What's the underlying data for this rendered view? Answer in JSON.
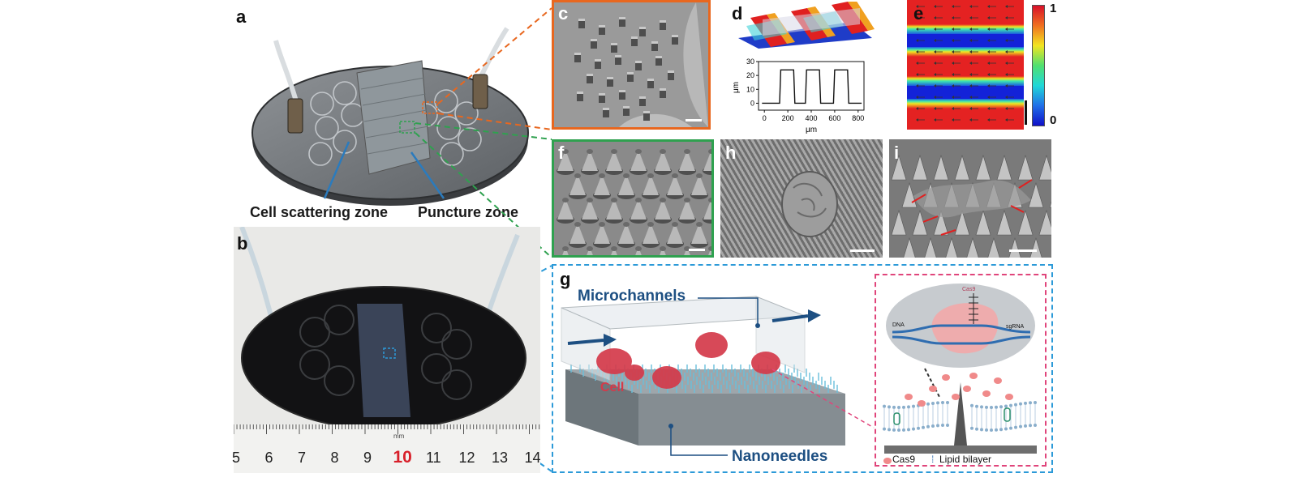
{
  "panels": {
    "a": "a",
    "b": "b",
    "c": "c",
    "d": "d",
    "e": "e",
    "f": "f",
    "g": "g",
    "h": "h",
    "i": "i"
  },
  "panel_a": {
    "cell_scattering_zone": "Cell scattering zone",
    "puncture_zone": "Puncture zone"
  },
  "panel_b": {
    "ruler_unit": "mm",
    "ruler_numbers": [
      "5",
      "6",
      "7",
      "8",
      "9",
      "10",
      "11",
      "12",
      "13",
      "14"
    ],
    "highlight_number": "10",
    "highlight_color": "#d8202a"
  },
  "panel_d": {
    "ylabel": "μm",
    "xlabel": "μm",
    "yticks": [
      "30",
      "20",
      "10",
      "0"
    ],
    "xticks": [
      "0",
      "200",
      "400",
      "600",
      "800"
    ]
  },
  "panel_e": {
    "colorbar_max": "1",
    "colorbar_min": "0"
  },
  "panel_g": {
    "microchannels": "Microchannels",
    "cell": "Cell",
    "nanoneedles": "Nanoneedles",
    "inset": {
      "cas9_top": "Cas9",
      "dna": "DNA",
      "sgrna": "sgRNA",
      "legend_cas9": "Cas9",
      "legend_lipid": "Lipid bilayer"
    }
  },
  "colors": {
    "orange_frame": "#e8671f",
    "green_frame": "#2fa14f",
    "blue_frame": "#2c9ad8",
    "pink_frame": "#e0457b",
    "label_navy": "#1d4f82",
    "cell_red": "#d43a4a"
  }
}
